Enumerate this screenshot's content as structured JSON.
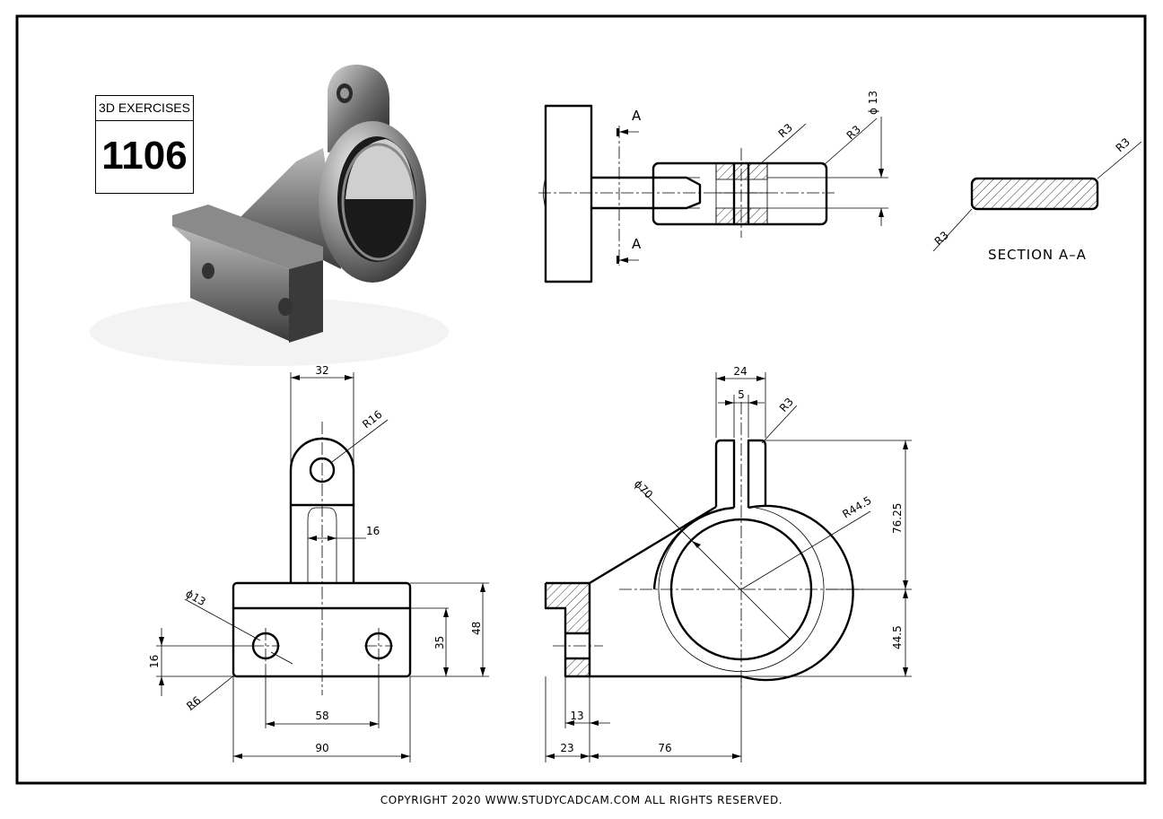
{
  "badge": {
    "caption": "3D EXERCISES",
    "number": "1106"
  },
  "section_view": {
    "title": "SECTION A–A",
    "cut_label_top": "A",
    "cut_label_bottom": "A",
    "radius_left": "R3",
    "radius_right": "R3"
  },
  "top_view": {
    "r_left": "R3",
    "r_right": "R3",
    "dia": "ϕ 13"
  },
  "front_view": {
    "d_width_top": "32",
    "d_r16": "R16",
    "d_slot": "16",
    "d_hole": "ϕ13",
    "d_16": "16",
    "d_r6": "R6",
    "d_35": "35",
    "d_48": "48",
    "d_58": "58",
    "d_90": "90"
  },
  "side_view": {
    "d_24": "24",
    "d_5": "5",
    "d_r3": "R3",
    "d_dia70": "ϕ70",
    "d_r445": "R44.5",
    "d_7625": "76.25",
    "d_445": "44.5",
    "d_13": "13",
    "d_23": "23",
    "d_76": "76"
  },
  "footer": {
    "copyright": "COPYRIGHT  2020 WWW.STUDYCADCAM.COM ALL RIGHTS RESERVED."
  }
}
